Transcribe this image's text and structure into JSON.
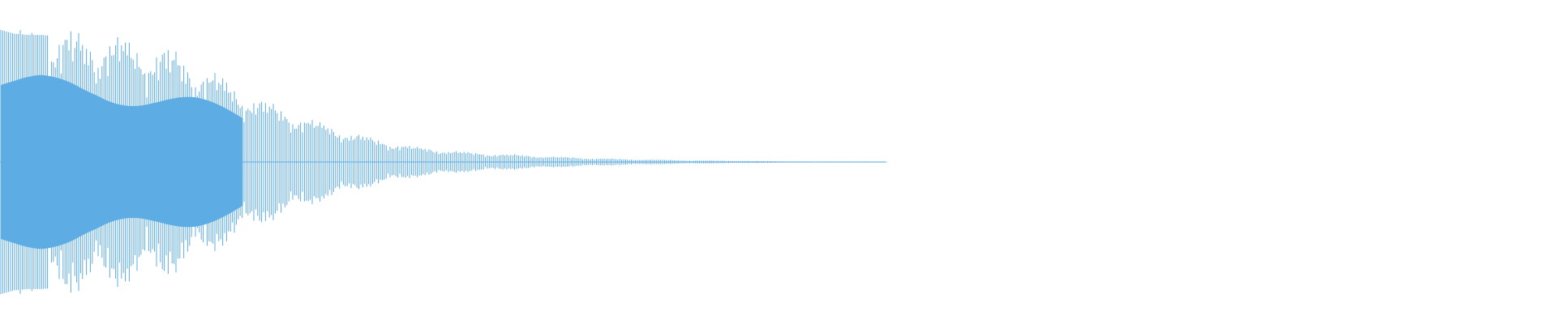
{
  "waveform": {
    "color": "#5dace3",
    "background": "#ffffff",
    "description_values": {
      "peak_amplitude": 1.0,
      "decay": "exponential",
      "visible_extent_fraction": 0.57
    },
    "envelope": [
      1.0,
      0.97,
      0.96,
      0.96,
      0.95,
      0.95,
      0.94,
      0.94,
      0.92,
      0.9,
      0.88,
      0.86,
      0.83,
      0.79,
      0.74,
      0.68,
      0.62,
      0.56,
      0.5,
      0.45,
      0.41,
      0.37,
      0.33,
      0.29,
      0.26,
      0.23,
      0.2,
      0.17,
      0.15,
      0.13,
      0.11,
      0.1,
      0.09,
      0.08,
      0.07,
      0.065,
      0.06,
      0.055,
      0.05,
      0.045,
      0.04,
      0.036,
      0.032,
      0.028,
      0.025,
      0.022,
      0.02,
      0.018,
      0.016,
      0.014,
      0.012,
      0.011,
      0.01,
      0.009,
      0.008,
      0.007,
      0.006,
      0.005,
      0.004,
      0.0035,
      0.003,
      0.0025,
      0.002,
      0.0015,
      0.001
    ]
  }
}
